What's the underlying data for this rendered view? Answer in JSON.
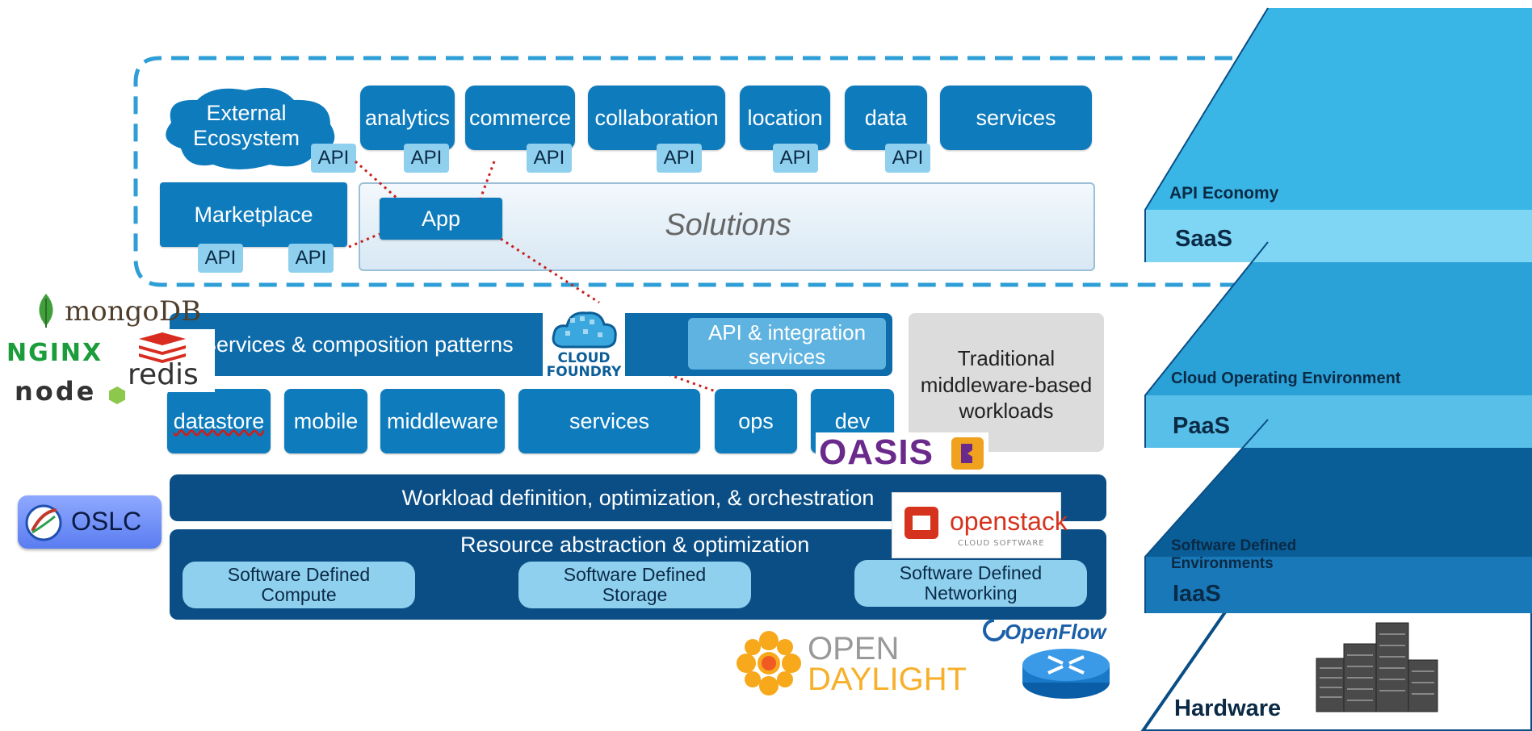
{
  "solutions_layer": {
    "external_ecosystem": "External\nEcosystem",
    "categories": [
      "analytics",
      "commerce",
      "collaboration",
      "location",
      "data",
      "services"
    ],
    "api_label": "API",
    "marketplace": "Marketplace",
    "app": "App",
    "solutions": "Solutions"
  },
  "platform_layer": {
    "composition": "Services & composition patterns",
    "api_integration": "API & integration\nservices",
    "traditional": "Traditional\nmiddleware-based\nworkloads",
    "service_items": [
      "datastore",
      "mobile",
      "middleware",
      "services",
      "ops",
      "dev"
    ]
  },
  "workload_bar": "Workload definition, optimization, & orchestration",
  "resource_layer": {
    "title": "Resource abstraction & optimization",
    "compute": "Software Defined\nCompute",
    "storage": "Software Defined\nStorage",
    "networking": "Software Defined\nNetworking"
  },
  "stack": {
    "saas_sub": "API Economy",
    "saas": "SaaS",
    "paas_sub": "Cloud Operating Environment",
    "paas": "PaaS",
    "iaas_sub": "Software Defined\nEnvironments",
    "iaas": "IaaS",
    "hardware": "Hardware"
  },
  "logos": {
    "mongodb": "mongoDB",
    "nginx": "NGINX",
    "redis": "redis",
    "node": "node",
    "cloud_foundry": "CLOUD\nFOUNDRY",
    "oasis": "OASIS",
    "openstack": "openstack",
    "openstack_sub": "CLOUD SOFTWARE",
    "oslc": "OSLC",
    "opendaylight_1": "OPEN",
    "opendaylight_2": "DAYLIGHT",
    "openflow": "OpenFlow"
  },
  "colors": {
    "accent": "#0e7bbd",
    "dark": "#0a4e85",
    "light": "#8fd0ef",
    "grey": "#dcdcdc"
  }
}
